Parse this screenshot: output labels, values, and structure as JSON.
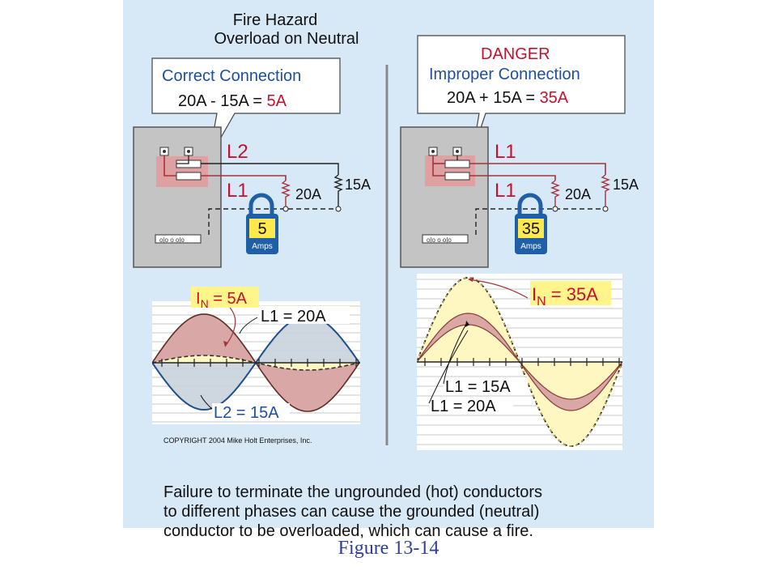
{
  "title": {
    "line1": "Fire Hazard",
    "line2": "Overload on Neutral"
  },
  "left": {
    "callout": {
      "heading": "Correct Connection",
      "equation_prefix": "20A - 15A = ",
      "equation_result": "5A"
    },
    "panel_labels": {
      "top_breaker": "L2",
      "bottom_breaker": "L1"
    },
    "loads": {
      "load_a": "20A",
      "load_b": "15A"
    },
    "meter": {
      "value": "5",
      "unit": "Amps"
    },
    "waveform": {
      "neutral_prefix": "I",
      "neutral_sub": "N",
      "neutral_value": " = 5A",
      "line_a": "L1 = 20A",
      "line_b": "L2 = 15A"
    }
  },
  "right": {
    "callout": {
      "warning": "DANGER",
      "heading": "Improper Connection",
      "equation_prefix": "20A + 15A = ",
      "equation_result": "35A"
    },
    "panel_labels": {
      "top_breaker": "L1",
      "bottom_breaker": "L1"
    },
    "loads": {
      "load_a": "20A",
      "load_b": "15A"
    },
    "meter": {
      "value": "35",
      "unit": "Amps"
    },
    "waveform": {
      "neutral_prefix": "I",
      "neutral_sub": "N",
      "neutral_value": " = 35A",
      "line_a": "L1 = 15A",
      "line_b": "L1 = 20A"
    }
  },
  "copyright": "COPYRIGHT 2004  Mike Holt Enterprises, Inc.",
  "caption": [
    "Failure to terminate the ungrounded (hot) conductors",
    "to different phases can cause the grounded (neutral)",
    "conductor to be overloaded, which can cause a fire."
  ],
  "figure_label": "Figure 13-14",
  "colors": {
    "panel_bg": "#d7e9f7",
    "red": "#c8102e",
    "wire_red": "#a4333a",
    "lock_blue": "#1f5fa8",
    "meter_yellow": "#ffe94d",
    "label_blue": "#2f3e9e"
  }
}
